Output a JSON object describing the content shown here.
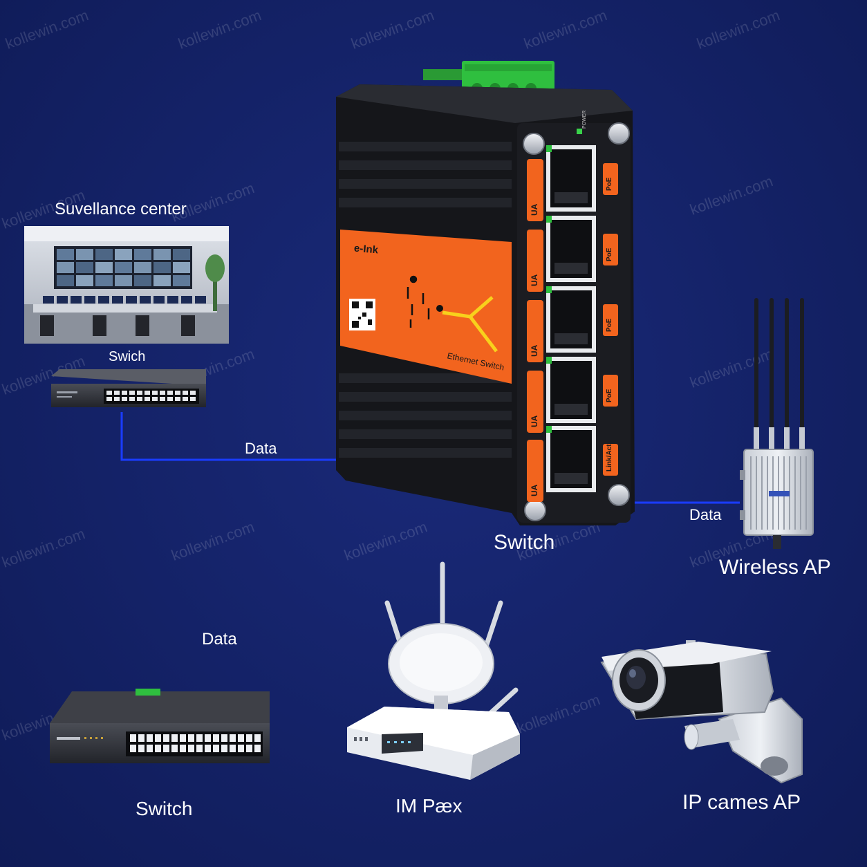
{
  "labels": {
    "surveillance_center": "Suvellance center",
    "swich": "Swich",
    "data_left": "Data",
    "switch_center": "Switch",
    "data_right": "Data",
    "wireless_ap": "Wireless AP",
    "data_bottom": "Data",
    "switch_bottom": "Switch",
    "im_paex": "IM Pæx",
    "ip_cames": "IP cames AP"
  },
  "device": {
    "brand": "e-Ink",
    "product": "Ethernet Switch",
    "port_tags": [
      "PoE",
      "PoE",
      "PoE",
      "PoE",
      "Link/Act"
    ],
    "port_side_tags": [
      "UA",
      "UA",
      "UA",
      "UA",
      "UA"
    ],
    "led_label": "POWER"
  },
  "watermark": "kollewin.com",
  "colors": {
    "background": "#142267",
    "data_line": "#1a3cff",
    "accent_orange": "#f2641e",
    "terminal_green": "#2fbf3f"
  }
}
